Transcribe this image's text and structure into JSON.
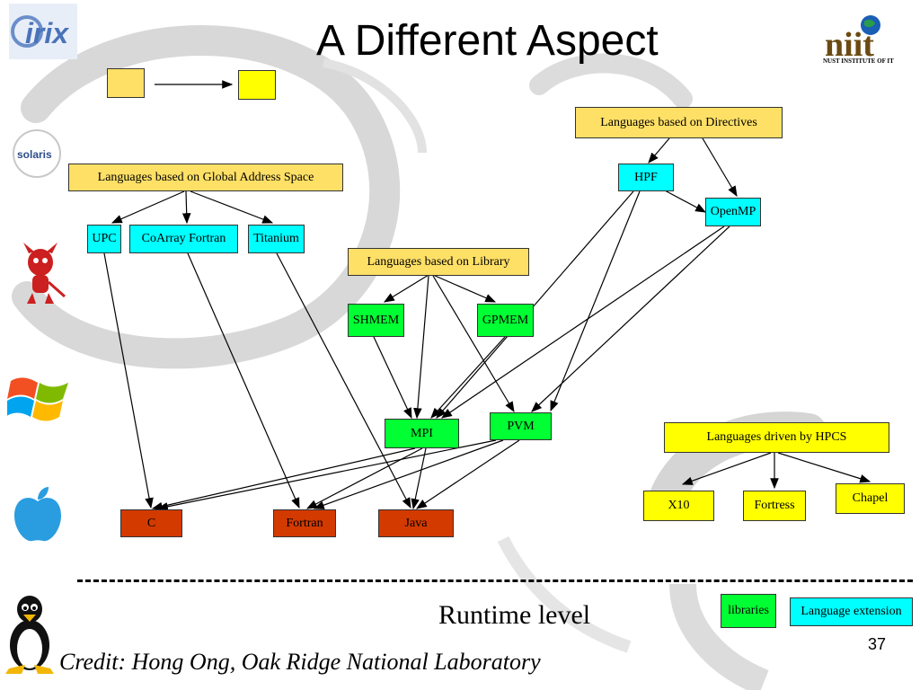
{
  "title": "A Different Aspect",
  "logo_text": {
    "irix": "irix",
    "solaris": "solaris",
    "nust": "niit",
    "nust_subtitle": "NUST INSTITUTE OF IT"
  },
  "nodes": {
    "directives": "Languages based on Directives",
    "global": "Languages based on Global Address Space",
    "library": "Languages based on Library",
    "hpcs": "Languages driven by HPCS",
    "hpf": "HPF",
    "openmp": "OpenMP",
    "upc": "UPC",
    "coarray": "CoArray Fortran",
    "titanium": "Titanium",
    "shmem": "SHMEM",
    "gpmem": "GPMEM",
    "mpi": "MPI",
    "pvm": "PVM",
    "c": "C",
    "fortran": "Fortran",
    "java": "Java",
    "x10": "X10",
    "fortress": "Fortress",
    "chapel": "Chapel"
  },
  "legend": {
    "libraries": "libraries",
    "language_extension": "Language extension"
  },
  "runtime_label": "Runtime level",
  "credit": "Credit: Hong Ong, Oak Ridge National Laboratory",
  "page_number": "37",
  "colors": {
    "category": "#ffe066",
    "hpcs": "#ffff00",
    "extension": "#00ffff",
    "library": "#00ff33",
    "base_language": "#d33a00"
  },
  "icons": [
    "irix-logo-icon",
    "solaris-logo-icon",
    "bsd-daemon-icon",
    "windows-logo-icon",
    "apple-logo-icon",
    "linux-tux-icon",
    "nust-logo-icon",
    "arrow-icon"
  ]
}
